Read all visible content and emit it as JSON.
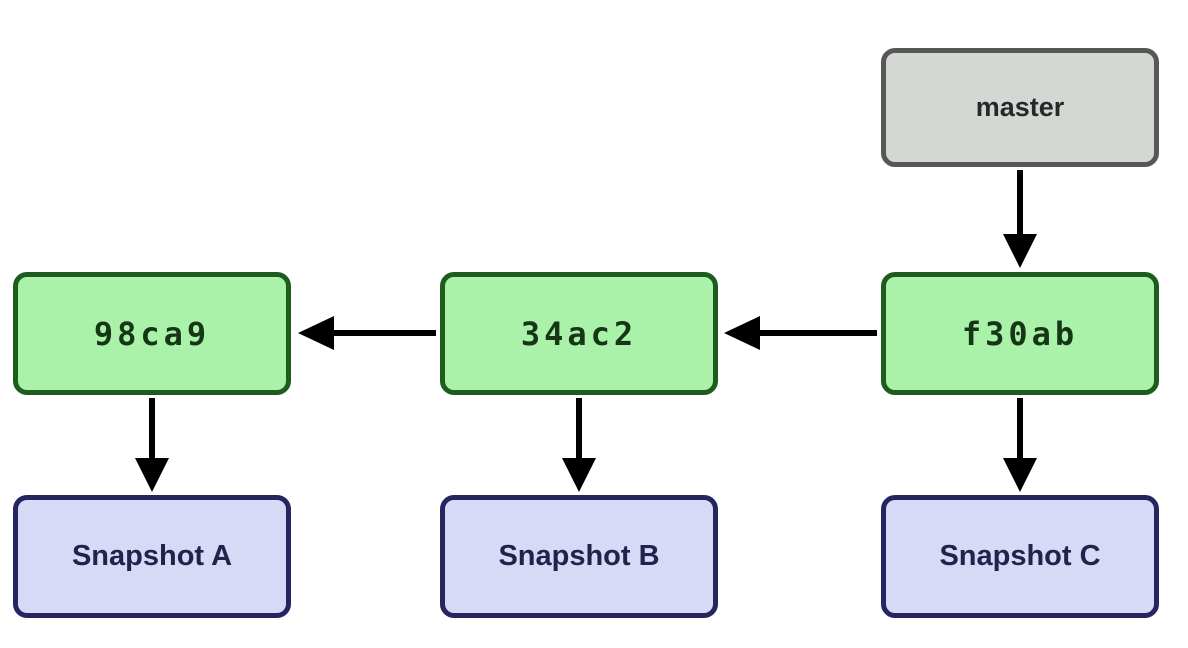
{
  "diagram": {
    "title": "git-commit-snapshot-diagram",
    "branch": {
      "label": "master",
      "points_to": "f30ab"
    },
    "commits": [
      {
        "id": "98ca9",
        "snapshot_label": "Snapshot A"
      },
      {
        "id": "34ac2",
        "snapshot_label": "Snapshot B"
      },
      {
        "id": "f30ab",
        "snapshot_label": "Snapshot C"
      }
    ],
    "edges": [
      {
        "from": "master",
        "to": "f30ab",
        "direction": "down"
      },
      {
        "from": "f30ab",
        "to": "34ac2",
        "direction": "left"
      },
      {
        "from": "34ac2",
        "to": "98ca9",
        "direction": "left"
      },
      {
        "from": "98ca9",
        "to": "Snapshot A",
        "direction": "down"
      },
      {
        "from": "34ac2",
        "to": "Snapshot B",
        "direction": "down"
      },
      {
        "from": "f30ab",
        "to": "Snapshot C",
        "direction": "down"
      }
    ],
    "colors": {
      "commit_fill": "#aaf2aa",
      "commit_border": "#1e5c1e",
      "commit_text": "#163616",
      "snapshot_fill": "#d8d8f7",
      "snapshot_border": "#252560",
      "snapshot_text": "#22224a",
      "branch_fill": "#d3d8d3",
      "branch_border": "#575757",
      "branch_text": "#28282c",
      "arrow": "#000000",
      "background": "#ffffff"
    }
  }
}
